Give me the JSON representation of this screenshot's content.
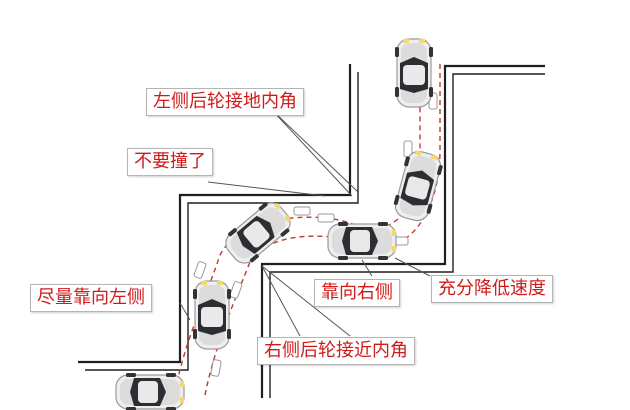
{
  "labels": {
    "left_rear_wheel_inner_corner": "左侧后轮接地内角",
    "do_not_hit": "不要撞了",
    "keep_left": "尽量靠向左侧",
    "keep_right": "靠向右侧",
    "reduce_speed": "充分降低速度",
    "right_rear_wheel_near_inner_corner": "右侧后轮接近内角"
  },
  "colors": {
    "label_text": "#d11b1b",
    "wall": "#1f1f1f",
    "track": "#c0392b",
    "car_body": "#eeeeee",
    "glass": "#2b2f33"
  }
}
